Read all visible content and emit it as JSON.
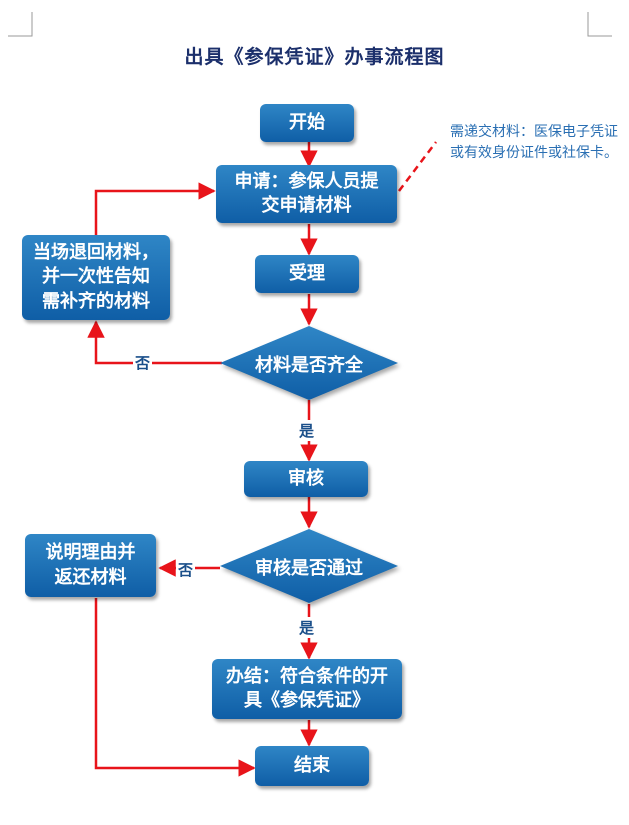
{
  "title": "出具《参保凭证》办事流程图",
  "nodes": {
    "start": "开始",
    "apply_line1": "申请：参保人员提",
    "apply_line2": "交申请材料",
    "accept": "受理",
    "complete_check": "材料是否齐全",
    "return_line1": "当场退回材料，",
    "return_line2": "并一次性告知",
    "return_line3": "需补齐的材料",
    "review": "审核",
    "review_pass": "审核是否通过",
    "explain_line1": "说明理由并",
    "explain_line2": "返还材料",
    "finish_line1": "办结：符合条件的开",
    "finish_line2": "具《参保凭证》",
    "end": "结束"
  },
  "edges": {
    "no_1": "否",
    "yes_1": "是",
    "no_2": "否",
    "yes_2": "是"
  },
  "note": "需递交材料：医保电子凭证或有效身份证件或社保卡。",
  "colors": {
    "node_fill": "#1565ad",
    "arrow": "#e8141a",
    "title": "#1b2f6b",
    "note": "#2a6fb3"
  }
}
